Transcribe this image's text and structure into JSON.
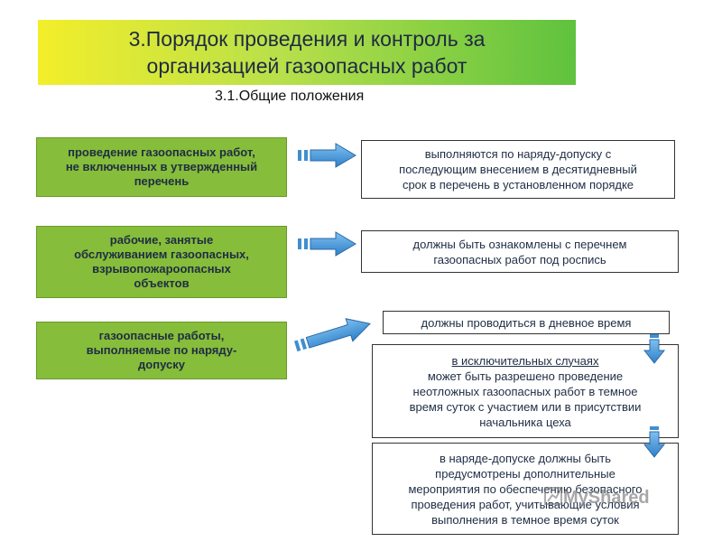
{
  "title": {
    "line1": "3.Порядок проведения и контроль за",
    "line2": "организацией газоопасных работ"
  },
  "subtitle": "3.1.Общие положения",
  "rows": [
    {
      "left_lines": [
        "проведение газоопасных работ,",
        "не включенных в утвержденный",
        "перечень"
      ],
      "right_lines": [
        "выполняются по наряду-допуску с",
        "последующим внесением в десятидневный",
        "срок в перечень в установленном порядке"
      ]
    },
    {
      "left_lines": [
        "рабочие, занятые",
        "обслуживанием газоопасных,",
        "взрывопожароопасных",
        "объектов"
      ],
      "right_lines": [
        "должны быть ознакомлены с перечнем",
        "газоопасных работ под роспись"
      ]
    },
    {
      "left_lines": [
        "газоопасные работы,",
        "выполняемые по наряду-",
        "допуску"
      ],
      "day_box": "должны проводиться в дневное время",
      "exceptional": {
        "heading": "в исключительных случаях",
        "lines": [
          "может быть разрешено проведение",
          "неотложных газоопасных работ в темное",
          "время суток с участием или в присутствии",
          "начальника цеха"
        ]
      },
      "permit_lines": [
        "в наряде-допуске должны быть",
        "предусмотрены дополнительные",
        "мероприятия по обеспечению безопасного",
        "проведения работ, учитывающие условия",
        "выполнения в темное время суток"
      ]
    }
  ],
  "watermark": "MyShared",
  "colors": {
    "green_box": "#86bd3a",
    "arrow_fill": "#3f8fd0",
    "title_text": "#1f2a44"
  }
}
